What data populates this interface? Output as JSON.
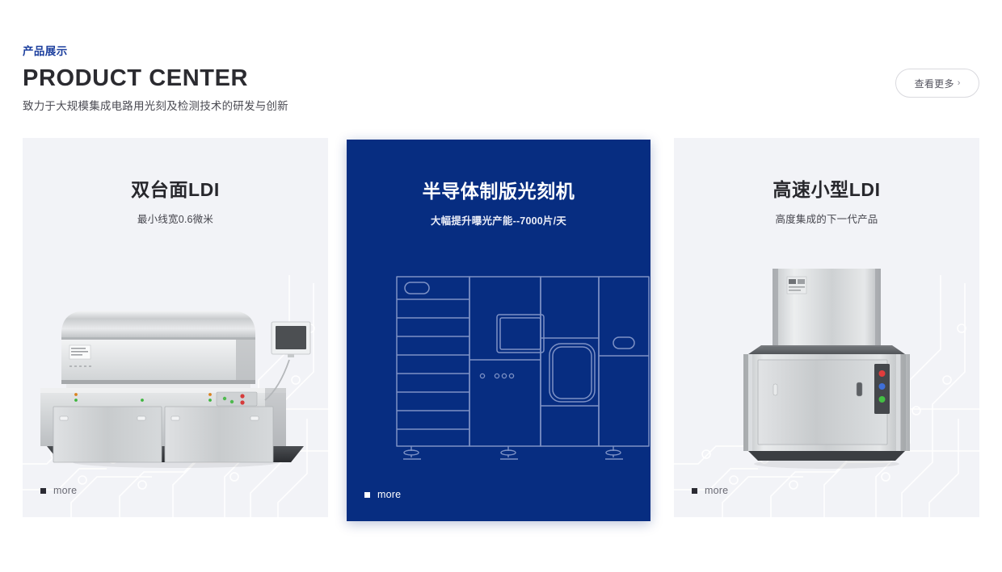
{
  "header": {
    "eyebrow": "产品展示",
    "title": "PRODUCT CENTER",
    "subtitle": "致力于大规模集成电路用光刻及检测技术的研发与创新",
    "more_button": {
      "label": "查看更多",
      "chevron": "›"
    }
  },
  "colors": {
    "accent_blue": "#1c3f9e",
    "featured_card_bg": "#072d81",
    "card_bg": "#f2f3f7",
    "page_bg": "#ffffff",
    "title_text": "#27272c"
  },
  "cards": [
    {
      "title": "双台面LDI",
      "subtitle": "最小线宽0.6微米",
      "more_label": "more",
      "featured": false,
      "artwork": "wide-stainless-ldi-machine-photo"
    },
    {
      "title": "半导体制版光刻机",
      "subtitle": "大幅提升曝光产能--7000片/天",
      "more_label": "more",
      "featured": true,
      "artwork": "line-art-lithography-machine"
    },
    {
      "title": "高速小型LDI",
      "subtitle": "高度集成的下一代产品",
      "more_label": "more",
      "featured": false,
      "artwork": "compact-stainless-ldi-machine-photo"
    }
  ]
}
